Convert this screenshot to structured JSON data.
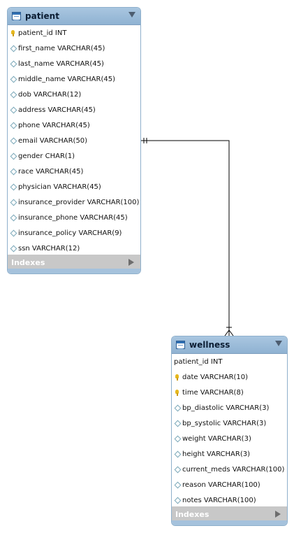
{
  "tables": {
    "patient": {
      "title": "patient",
      "columns": [
        {
          "text": "patient_id INT",
          "icon": "key"
        },
        {
          "text": "first_name VARCHAR(45)",
          "icon": "diamond"
        },
        {
          "text": "last_name VARCHAR(45)",
          "icon": "diamond"
        },
        {
          "text": "middle_name VARCHAR(45)",
          "icon": "diamond"
        },
        {
          "text": "dob VARCHAR(12)",
          "icon": "diamond"
        },
        {
          "text": "address VARCHAR(45)",
          "icon": "diamond"
        },
        {
          "text": "phone VARCHAR(45)",
          "icon": "diamond"
        },
        {
          "text": "email VARCHAR(50)",
          "icon": "diamond"
        },
        {
          "text": "gender CHAR(1)",
          "icon": "diamond"
        },
        {
          "text": "race VARCHAR(45)",
          "icon": "diamond"
        },
        {
          "text": "physician VARCHAR(45)",
          "icon": "diamond"
        },
        {
          "text": "insurance_provider VARCHAR(100)",
          "icon": "diamond"
        },
        {
          "text": "insurance_phone VARCHAR(45)",
          "icon": "diamond"
        },
        {
          "text": "insurance_policy VARCHAR(9)",
          "icon": "diamond"
        },
        {
          "text": "ssn VARCHAR(12)",
          "icon": "diamond"
        }
      ],
      "indexes_label": "Indexes"
    },
    "wellness": {
      "title": "wellness",
      "columns": [
        {
          "text": "patient_id INT",
          "icon": "none"
        },
        {
          "text": "date VARCHAR(10)",
          "icon": "key"
        },
        {
          "text": "time VARCHAR(8)",
          "icon": "key"
        },
        {
          "text": "bp_diastolic VARCHAR(3)",
          "icon": "diamond"
        },
        {
          "text": "bp_systolic VARCHAR(3)",
          "icon": "diamond"
        },
        {
          "text": "weight VARCHAR(3)",
          "icon": "diamond"
        },
        {
          "text": "height VARCHAR(3)",
          "icon": "diamond"
        },
        {
          "text": "current_meds VARCHAR(100)",
          "icon": "diamond"
        },
        {
          "text": "reason VARCHAR(100)",
          "icon": "diamond"
        },
        {
          "text": "notes VARCHAR(100)",
          "icon": "diamond"
        }
      ],
      "indexes_label": "Indexes"
    }
  },
  "relationship": {
    "from": "patient",
    "to": "wellness",
    "from_cardinality": "one-and-only-one",
    "to_cardinality": "many"
  },
  "colors": {
    "header": "#9ebcd8",
    "indexes_bar": "#c8c8c8",
    "key_icon": "#e6b81e",
    "relation_line": "#000000"
  }
}
